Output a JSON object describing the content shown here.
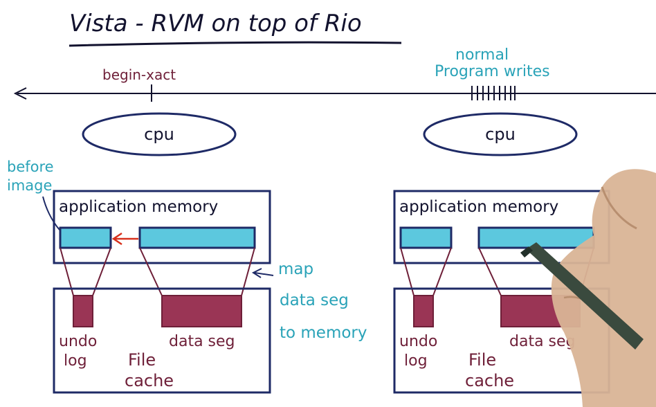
{
  "title": "Vista - RVM on top of Rio",
  "timeline": {
    "begin_label": "begin-xact",
    "writes_label_line1": "normal",
    "writes_label_line2": "Program writes"
  },
  "left_panel": {
    "cpu_label": "cpu",
    "app_memory_label": "application memory",
    "before_image_line1": "before",
    "before_image_line2": "image",
    "undo_line1": "undo",
    "undo_line2": "log",
    "data_seg_label": "data seg",
    "file_cache_line1": "File",
    "file_cache_line2": "cache"
  },
  "map_note": {
    "line1": "map",
    "line2": "data seg",
    "line3": "to memory"
  },
  "right_panel": {
    "cpu_label": "cpu",
    "app_memory_label": "application memory",
    "undo_line1": "undo",
    "undo_line2": "log",
    "data_seg_label": "data seg",
    "file_cache_line1": "File",
    "file_cache_line2": "cache"
  },
  "colors": {
    "ink": "#12122e",
    "box": "#1e2a66",
    "teal": "#2aa3b8",
    "cyan_fill": "#5cc8de",
    "maroon": "#6e1f38",
    "maroon_fill": "#9a3555",
    "red_arrow": "#d8301c"
  }
}
